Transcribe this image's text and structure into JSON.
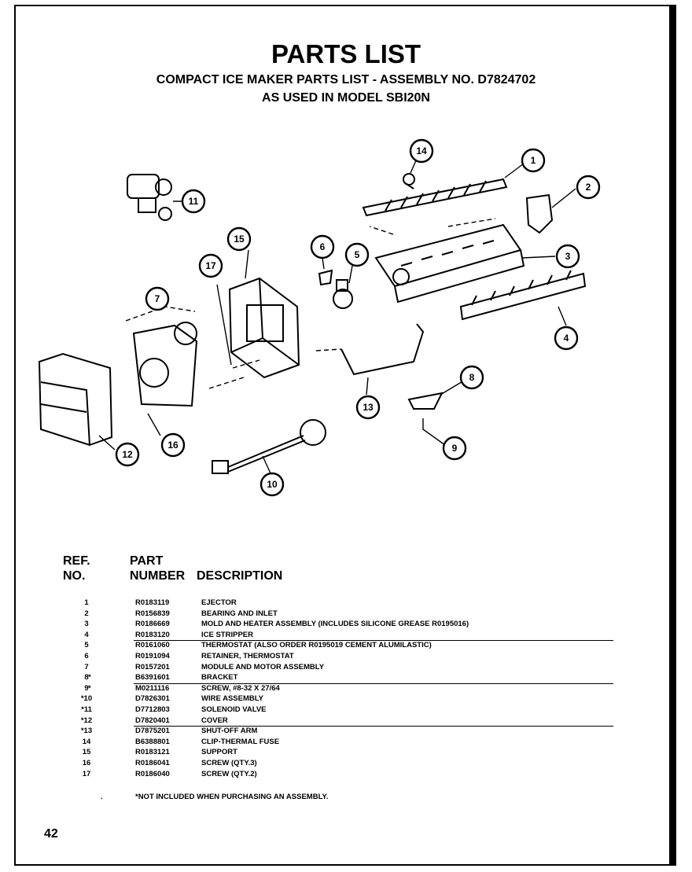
{
  "page": {
    "title": "PARTS LIST",
    "subtitle_line1": "COMPACT ICE MAKER PARTS LIST - ASSEMBLY NO. D7824702",
    "subtitle_line2": "AS USED IN MODEL SBI20N",
    "page_number": "42"
  },
  "diagram": {
    "callouts": [
      "1",
      "2",
      "3",
      "4",
      "5",
      "6",
      "7",
      "8",
      "9",
      "10",
      "11",
      "12",
      "13",
      "14",
      "15",
      "16",
      "17"
    ]
  },
  "table": {
    "headers": {
      "ref_line1": "REF.",
      "ref_line2": "NO.",
      "part_line1": "PART",
      "part_line2": "NUMBER",
      "description": "DESCRIPTION"
    },
    "rows": [
      {
        "star": "",
        "ref": "1",
        "part": "R0183119",
        "desc": "EJECTOR"
      },
      {
        "star": "",
        "ref": "2",
        "part": "R0156839",
        "desc": "BEARING AND INLET"
      },
      {
        "star": "",
        "ref": "3",
        "part": "R0186669",
        "desc": "MOLD AND HEATER ASSEMBLY (INCLUDES SILICONE GREASE R0195016)"
      },
      {
        "star": "",
        "ref": "4",
        "part": "R0183120",
        "desc": "ICE STRIPPER"
      },
      {
        "star": "",
        "ref": "5",
        "part": "R0161060",
        "desc": "THERMOSTAT (ALSO ORDER R0195019 CEMENT ALUMILASTIC)"
      },
      {
        "star": "",
        "ref": "6",
        "part": "R0191094",
        "desc": "RETAINER, THERMOSTAT"
      },
      {
        "star": "",
        "ref": "7",
        "part": "R0157201",
        "desc": "MODULE AND MOTOR ASSEMBLY"
      },
      {
        "star": "*",
        "ref": "8",
        "part": "B6391601",
        "desc": "BRACKET"
      },
      {
        "star": "*",
        "ref": "9",
        "part": "M0211116",
        "desc": "SCREW, #8-32 X 27/64"
      },
      {
        "star": "",
        "ref": "*10",
        "part": "D7826301",
        "desc": "WIRE ASSEMBLY"
      },
      {
        "star": "",
        "ref": "*11",
        "part": "D7712803",
        "desc": "SOLENOID VALVE"
      },
      {
        "star": "",
        "ref": "*12",
        "part": "D7820401",
        "desc": "COVER"
      },
      {
        "star": "",
        "ref": "*13",
        "part": "D7875201",
        "desc": "SHUT-OFF ARM"
      },
      {
        "star": "",
        "ref": "14",
        "part": "B6388801",
        "desc": "CLIP-THERMAL FUSE"
      },
      {
        "star": "",
        "ref": "15",
        "part": "R0183121",
        "desc": "SUPPORT"
      },
      {
        "star": "",
        "ref": "16",
        "part": "R0186041",
        "desc": "SCREW (QTY.3)"
      },
      {
        "star": "",
        "ref": "17",
        "part": "R0186040",
        "desc": "SCREW (QTY.2)"
      }
    ],
    "footnote": "*NOT INCLUDED WHEN PURCHASING AN ASSEMBLY.",
    "footnote_marker": "."
  }
}
